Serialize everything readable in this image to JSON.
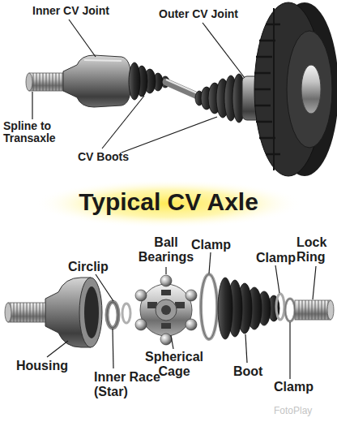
{
  "diagram": {
    "title": "Typical CV Axle",
    "labels": [
      "Inner CV Joint",
      "Outer CV Joint",
      "Spline to Transaxle",
      "CV Boots",
      "Ball Bearings",
      "Clamp",
      "Lock Ring",
      "Circlip",
      "Clamp",
      "Housing",
      "Spherical Cage",
      "Boot",
      "Clamp",
      "Inner Race (Star)",
      "FotoPlay"
    ]
  }
}
